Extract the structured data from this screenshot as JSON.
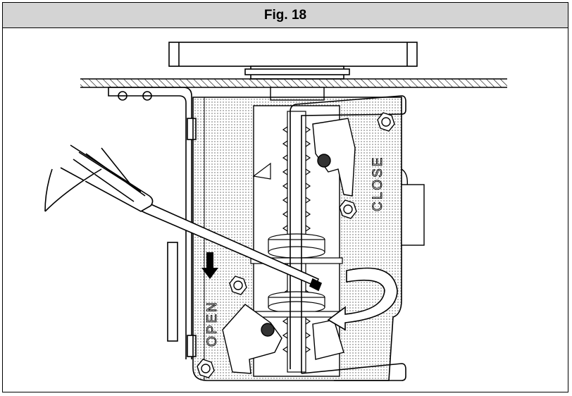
{
  "figure": {
    "title": "Fig. 18",
    "labels": {
      "open": "OPEN",
      "close": "CLOSE"
    }
  }
}
